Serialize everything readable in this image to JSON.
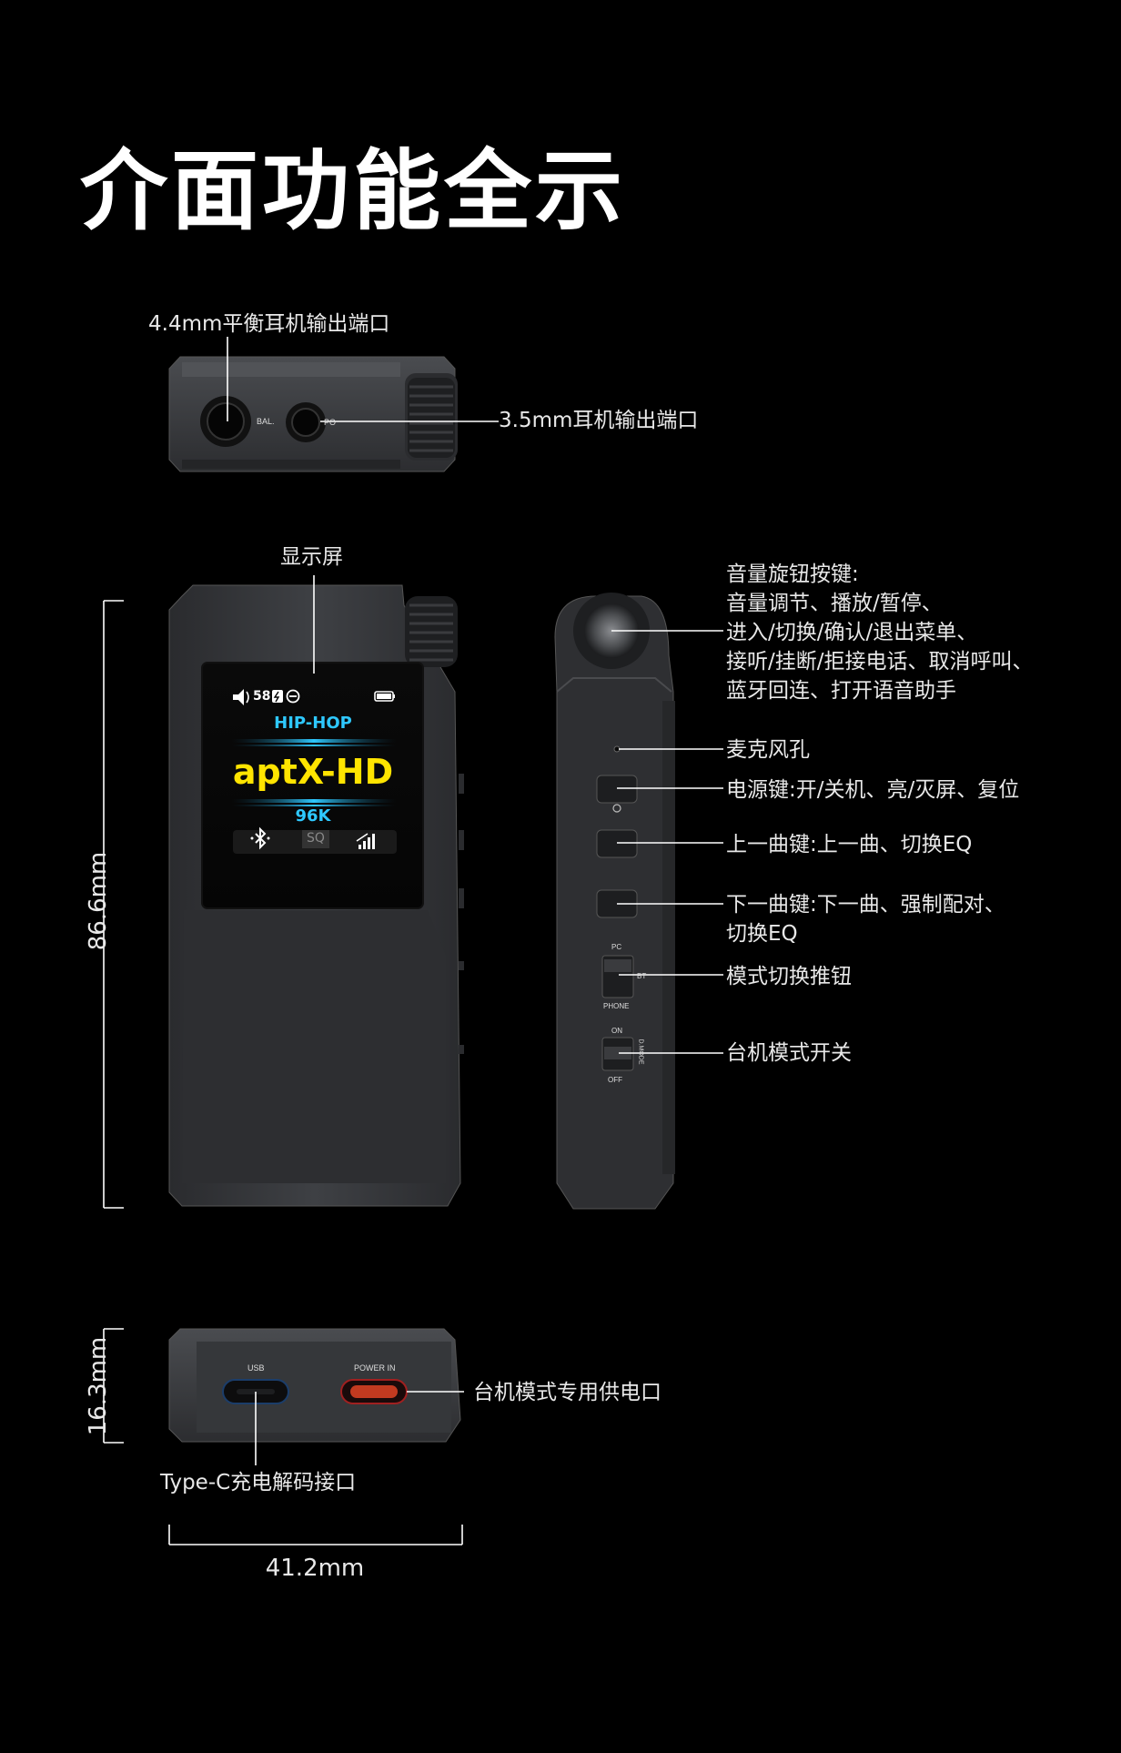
{
  "title": "介面功能全示",
  "labels": {
    "bal_port": "4.4mm平衡耳机输出端口",
    "po_port": "3.5mm耳机输出端口",
    "display": "显示屏",
    "knob": [
      "音量旋钮按键:",
      "音量调节、播放/暂停、",
      "进入/切换/确认/退出菜单、",
      "接听/挂断/拒接电话、取消呼叫、",
      "蓝牙回连、打开语音助手"
    ],
    "mic": "麦克风孔",
    "power": "电源键:开/关机、亮/灭屏、复位",
    "prev": "上一曲键:上一曲、切换EQ",
    "next": [
      "下一曲键:下一曲、强制配对、",
      "切换EQ"
    ],
    "mode_switch": "模式切换推钮",
    "desktop_switch": "台机模式开关",
    "power_in_port": "台机模式专用供电口",
    "typec": "Type-C充电解码接口"
  },
  "dimensions": {
    "height": "86.6mm",
    "thickness": "16.3mm",
    "width": "41.2mm"
  },
  "device_print": {
    "bal": "BAL.",
    "po": "PO",
    "usb": "USB",
    "power_in": "POWER IN",
    "pc": "PC",
    "bt": "BT",
    "phone": "PHONE",
    "on": "ON",
    "off": "OFF",
    "dock": "D.MODE"
  },
  "screen": {
    "volume": "58",
    "genre": "HIP-HOP",
    "codec": "aptX-HD",
    "rate": "96K",
    "quality": "SQ"
  },
  "colors": {
    "codec_text": "#ffe400",
    "accent_cyan": "#2ec8ff",
    "device_body": "#3a3c40"
  }
}
